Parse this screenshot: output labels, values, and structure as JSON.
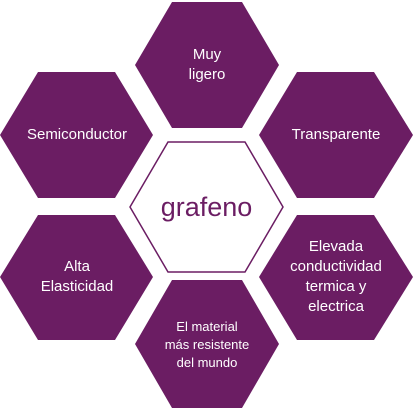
{
  "diagram": {
    "center": "grafeno",
    "properties": {
      "top": "Muy\nligero",
      "top_right": "Transparente",
      "bottom_right": "Elevada\nconductividad\ntermica y\nelectrica",
      "bottom": "El material\nmás resistente\ndel mundo",
      "bottom_left": "Alta\nElasticidad",
      "top_left": "Semiconductor"
    },
    "colors": {
      "hexagon": "#6b1d63",
      "center_border": "#6b1d63",
      "center_text": "#6b1d63",
      "property_text": "#ffffff"
    }
  }
}
